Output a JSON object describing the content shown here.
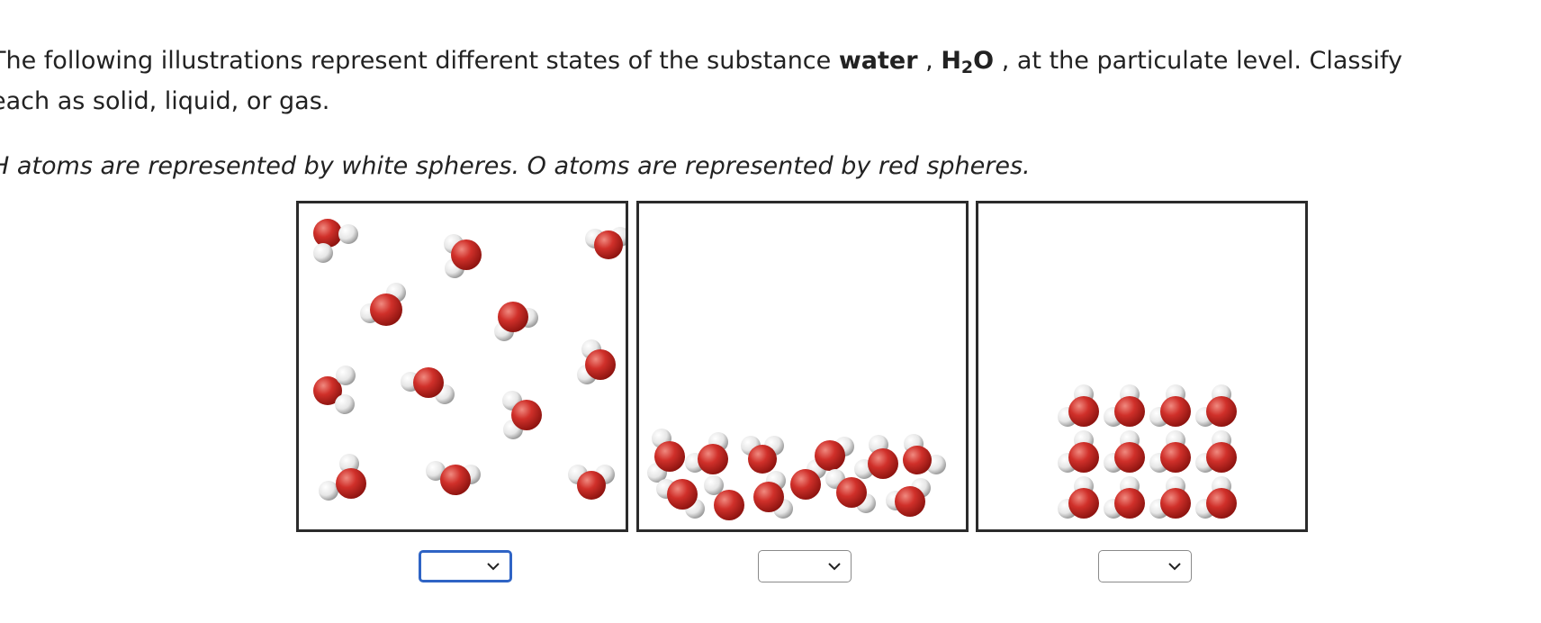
{
  "question": {
    "line1_text_a": "The following illustrations represent different states of the substance ",
    "substance_name": "water",
    "line1_comma_1": " , ",
    "formula_h": "H",
    "formula_sub": "2",
    "formula_o": "O",
    "line1_text_b": " , at the particulate level. Classify",
    "line2_text": "each as solid, liquid, or gas.",
    "legend_text": "H atoms are represented by white spheres. O atoms are represented by red spheres."
  },
  "atom_colors": {
    "oxygen": "#d0302a",
    "hydrogen": "#e6e6e6"
  },
  "panels": [
    {
      "state_select": {
        "selected": "",
        "focused": true
      }
    },
    {
      "state_select": {
        "selected": "",
        "focused": false
      }
    },
    {
      "state_select": {
        "selected": "",
        "focused": false
      }
    }
  ],
  "dropdown_icon": "chevron-down-icon"
}
